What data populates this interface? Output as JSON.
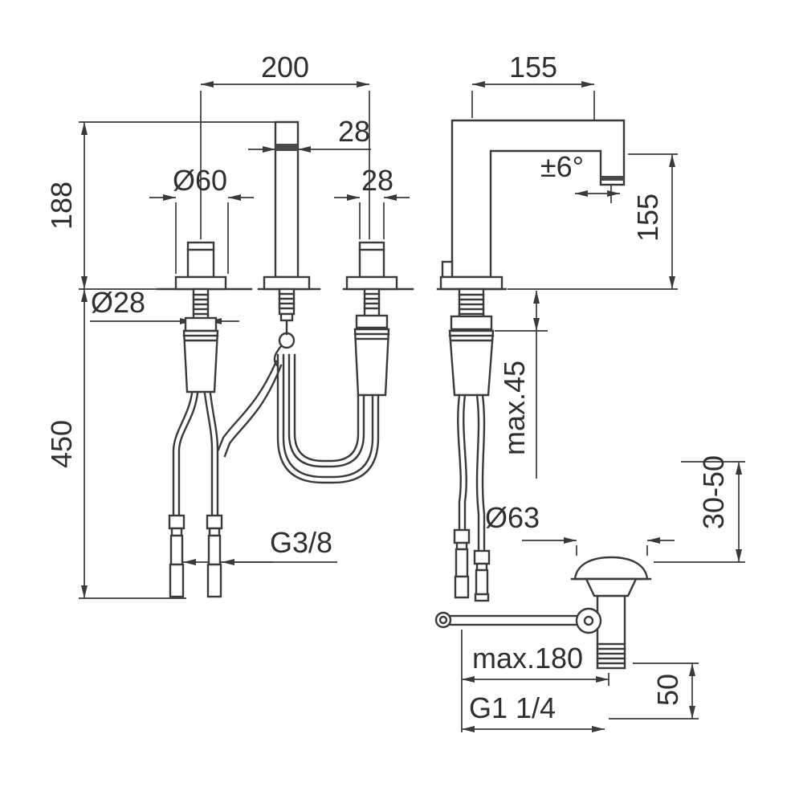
{
  "meta": {
    "background": "#ffffff",
    "ink": "#3a3a3a"
  },
  "front_view": {
    "dim_hole_spacing": "200",
    "dim_spout_diameter": "28",
    "dim_spout_height": "188",
    "dim_rosette_diameter": "Ø60",
    "dim_handle_diameter": "28",
    "dim_shank_diameter": "Ø28",
    "dim_total_height": "450",
    "dim_supply_thread": "G3/8"
  },
  "side_view": {
    "dim_spout_reach": "155",
    "dim_swivel_angle": "±6°",
    "dim_height_above_deck": "155",
    "dim_max_deck_thickness": "max.45"
  },
  "drain": {
    "dim_plug_diameter": "Ø63",
    "dim_mounting_range": "30-50",
    "dim_rod_reach": "max.180",
    "dim_tail_length": "50",
    "dim_waste_thread": "G1 1/4"
  }
}
